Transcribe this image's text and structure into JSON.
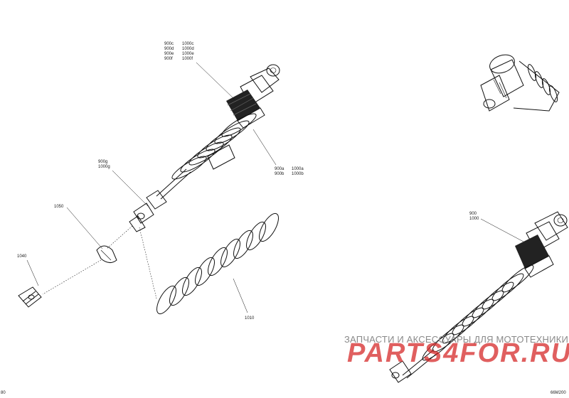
{
  "callouts": {
    "top_col1": [
      "900c",
      "900d",
      "900e",
      "900f"
    ],
    "top_col2": [
      "1000c",
      "1000d",
      "1000e",
      "1000f"
    ],
    "mid_col1": [
      "900a",
      "900b"
    ],
    "mid_col2": [
      "1000a",
      "1000b"
    ],
    "rod_end": [
      "900g",
      "1000g"
    ],
    "clip": "1050",
    "lower_left": "1040",
    "spring": "1010",
    "right_assembly": [
      "900",
      "1000"
    ]
  },
  "page_number": "80",
  "figure_code": "66M200",
  "watermark": {
    "text": "ЗАПЧАСТИ И АКСЕССУАРЫ ДЛЯ МОТОТЕХНИКИ",
    "logo": "PARTS4FOR.RU",
    "color": "#d62a2a"
  }
}
